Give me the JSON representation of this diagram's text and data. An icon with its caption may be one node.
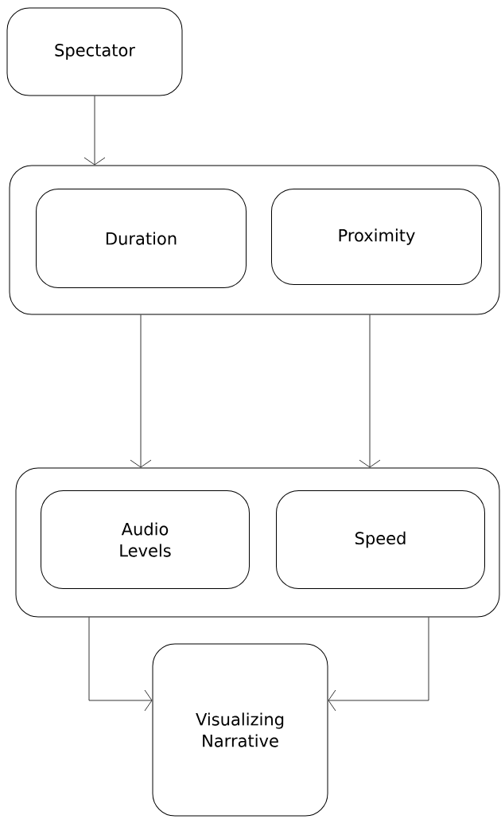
{
  "diagram": {
    "nodes": [
      {
        "text": [
          "Spectator"
        ]
      },
      {
        "text": [],
        "shape": "box"
      },
      {
        "text": [
          "Duration"
        ],
        "in": 1
      },
      {
        "text": [
          "Proximity"
        ],
        "in": 1
      },
      {
        "text": [],
        "shape": "box"
      },
      {
        "text": [
          "Audio Levels"
        ],
        "in": 4
      },
      {
        "text": [
          "Speed"
        ],
        "in": 4
      },
      {
        "text": [
          "Visualizing Narrative"
        ]
      }
    ],
    "edges": [
      {
        "from": 0,
        "to": 1,
        "arrow": "to"
      },
      {
        "from": 1,
        "to": 4,
        "arrow": "to"
      },
      {
        "from": 1,
        "to": 4,
        "arrow": "to"
      },
      {
        "from": 4,
        "to": 7,
        "arrow": "to"
      },
      {
        "from": 4,
        "to": 7,
        "arrow": "to"
      }
    ]
  }
}
